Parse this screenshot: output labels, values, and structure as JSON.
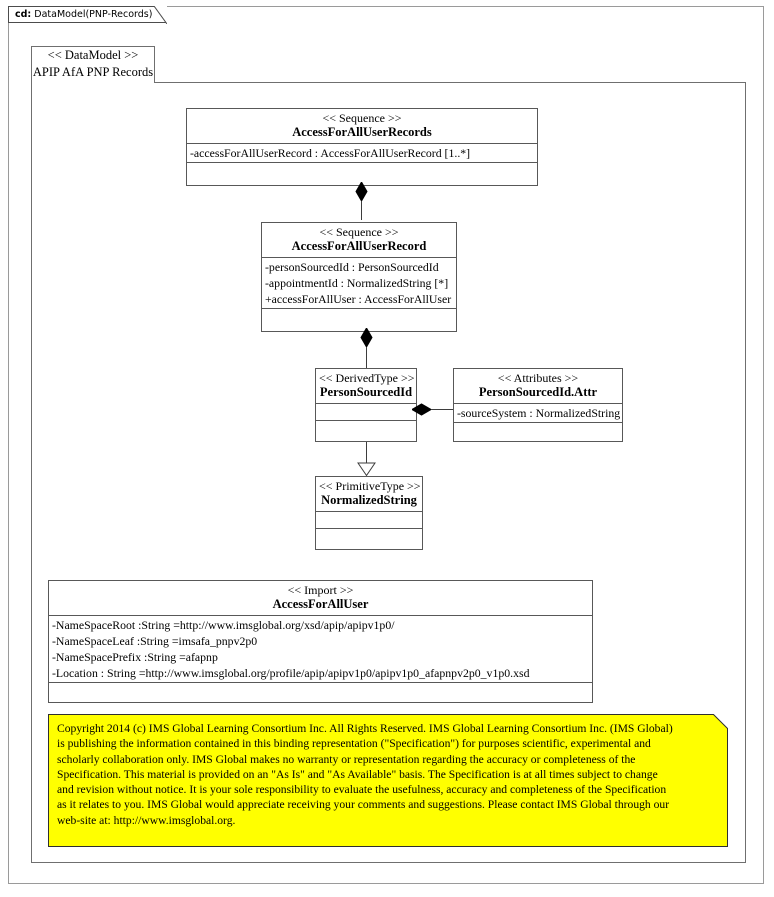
{
  "diagram": {
    "frame_tab_kw": "cd:",
    "frame_tab_title": "DataModel(PNP-Records)",
    "package": {
      "stereotype": "<< DataModel >>",
      "name": "APIP AfA PNP Records"
    },
    "note_color": "#ffff00"
  },
  "classes": {
    "accessForAllUserRecords": {
      "stereotype": "<< Sequence >>",
      "name": "AccessForAllUserRecords",
      "attributes": [
        "-accessForAllUserRecord  : AccessForAllUserRecord  [1..*]"
      ]
    },
    "accessForAllUserRecord": {
      "stereotype": "<< Sequence >>",
      "name": "AccessForAllUserRecord",
      "attributes": [
        "-personSourcedId : PersonSourcedId",
        "-appointmentId  : NormalizedString   [*]",
        "+accessForAllUser  : AccessForAllUser"
      ]
    },
    "personSourcedId": {
      "stereotype": "<< DerivedType  >>",
      "name": "PersonSourcedId",
      "attributes": []
    },
    "personSourcedIdAttr": {
      "stereotype": "<< Attributes  >>",
      "name": "PersonSourcedId.Attr",
      "attributes": [
        "-sourceSystem : NormalizedString"
      ]
    },
    "normalizedString": {
      "stereotype": "<< PrimitiveType   >>",
      "name": "NormalizedString",
      "attributes": []
    },
    "accessForAllUser": {
      "stereotype": "<< Import >>",
      "name": "AccessForAllUser",
      "attributes": [
        "-NameSpaceRoot :String =http://www.imsglobal.org/xsd/apip/apipv1p0/",
        "-NameSpaceLeaf :String =imsafa_pnpv2p0",
        "-NameSpacePrefix  :String =afapnp",
        "-Location : String =http://www.imsglobal.org/profile/apip/apipv1p0/apipv1p0_afapnpv2p0_v1p0.xsd"
      ]
    }
  },
  "note": {
    "lines": [
      "Copyright 2014 (c) IMS Global Learning Consortium Inc.  All Rights Reserved.  IMS Global Learning Consortium Inc. (IMS Global)",
      "is publishing the information contained in this binding representation (\"Specification\") for purposes scientific, experimental and",
      "scholarly collaboration only. IMS Global makes no warranty or representation regarding the accuracy or completeness of the",
      "Specification.  This material is provided on an \"As Is\" and \"As Available\" basis.  The Specification is at all times subject to change",
      "and revision without notice.  It is your sole responsibility to evaluate the usefulness, accuracy and completeness of the Specification",
      "as it relates to you.  IMS Global would appreciate receiving your comments and suggestions.  Please contact IMS Global through our",
      "web-site at: http://www.imsglobal.org."
    ]
  }
}
